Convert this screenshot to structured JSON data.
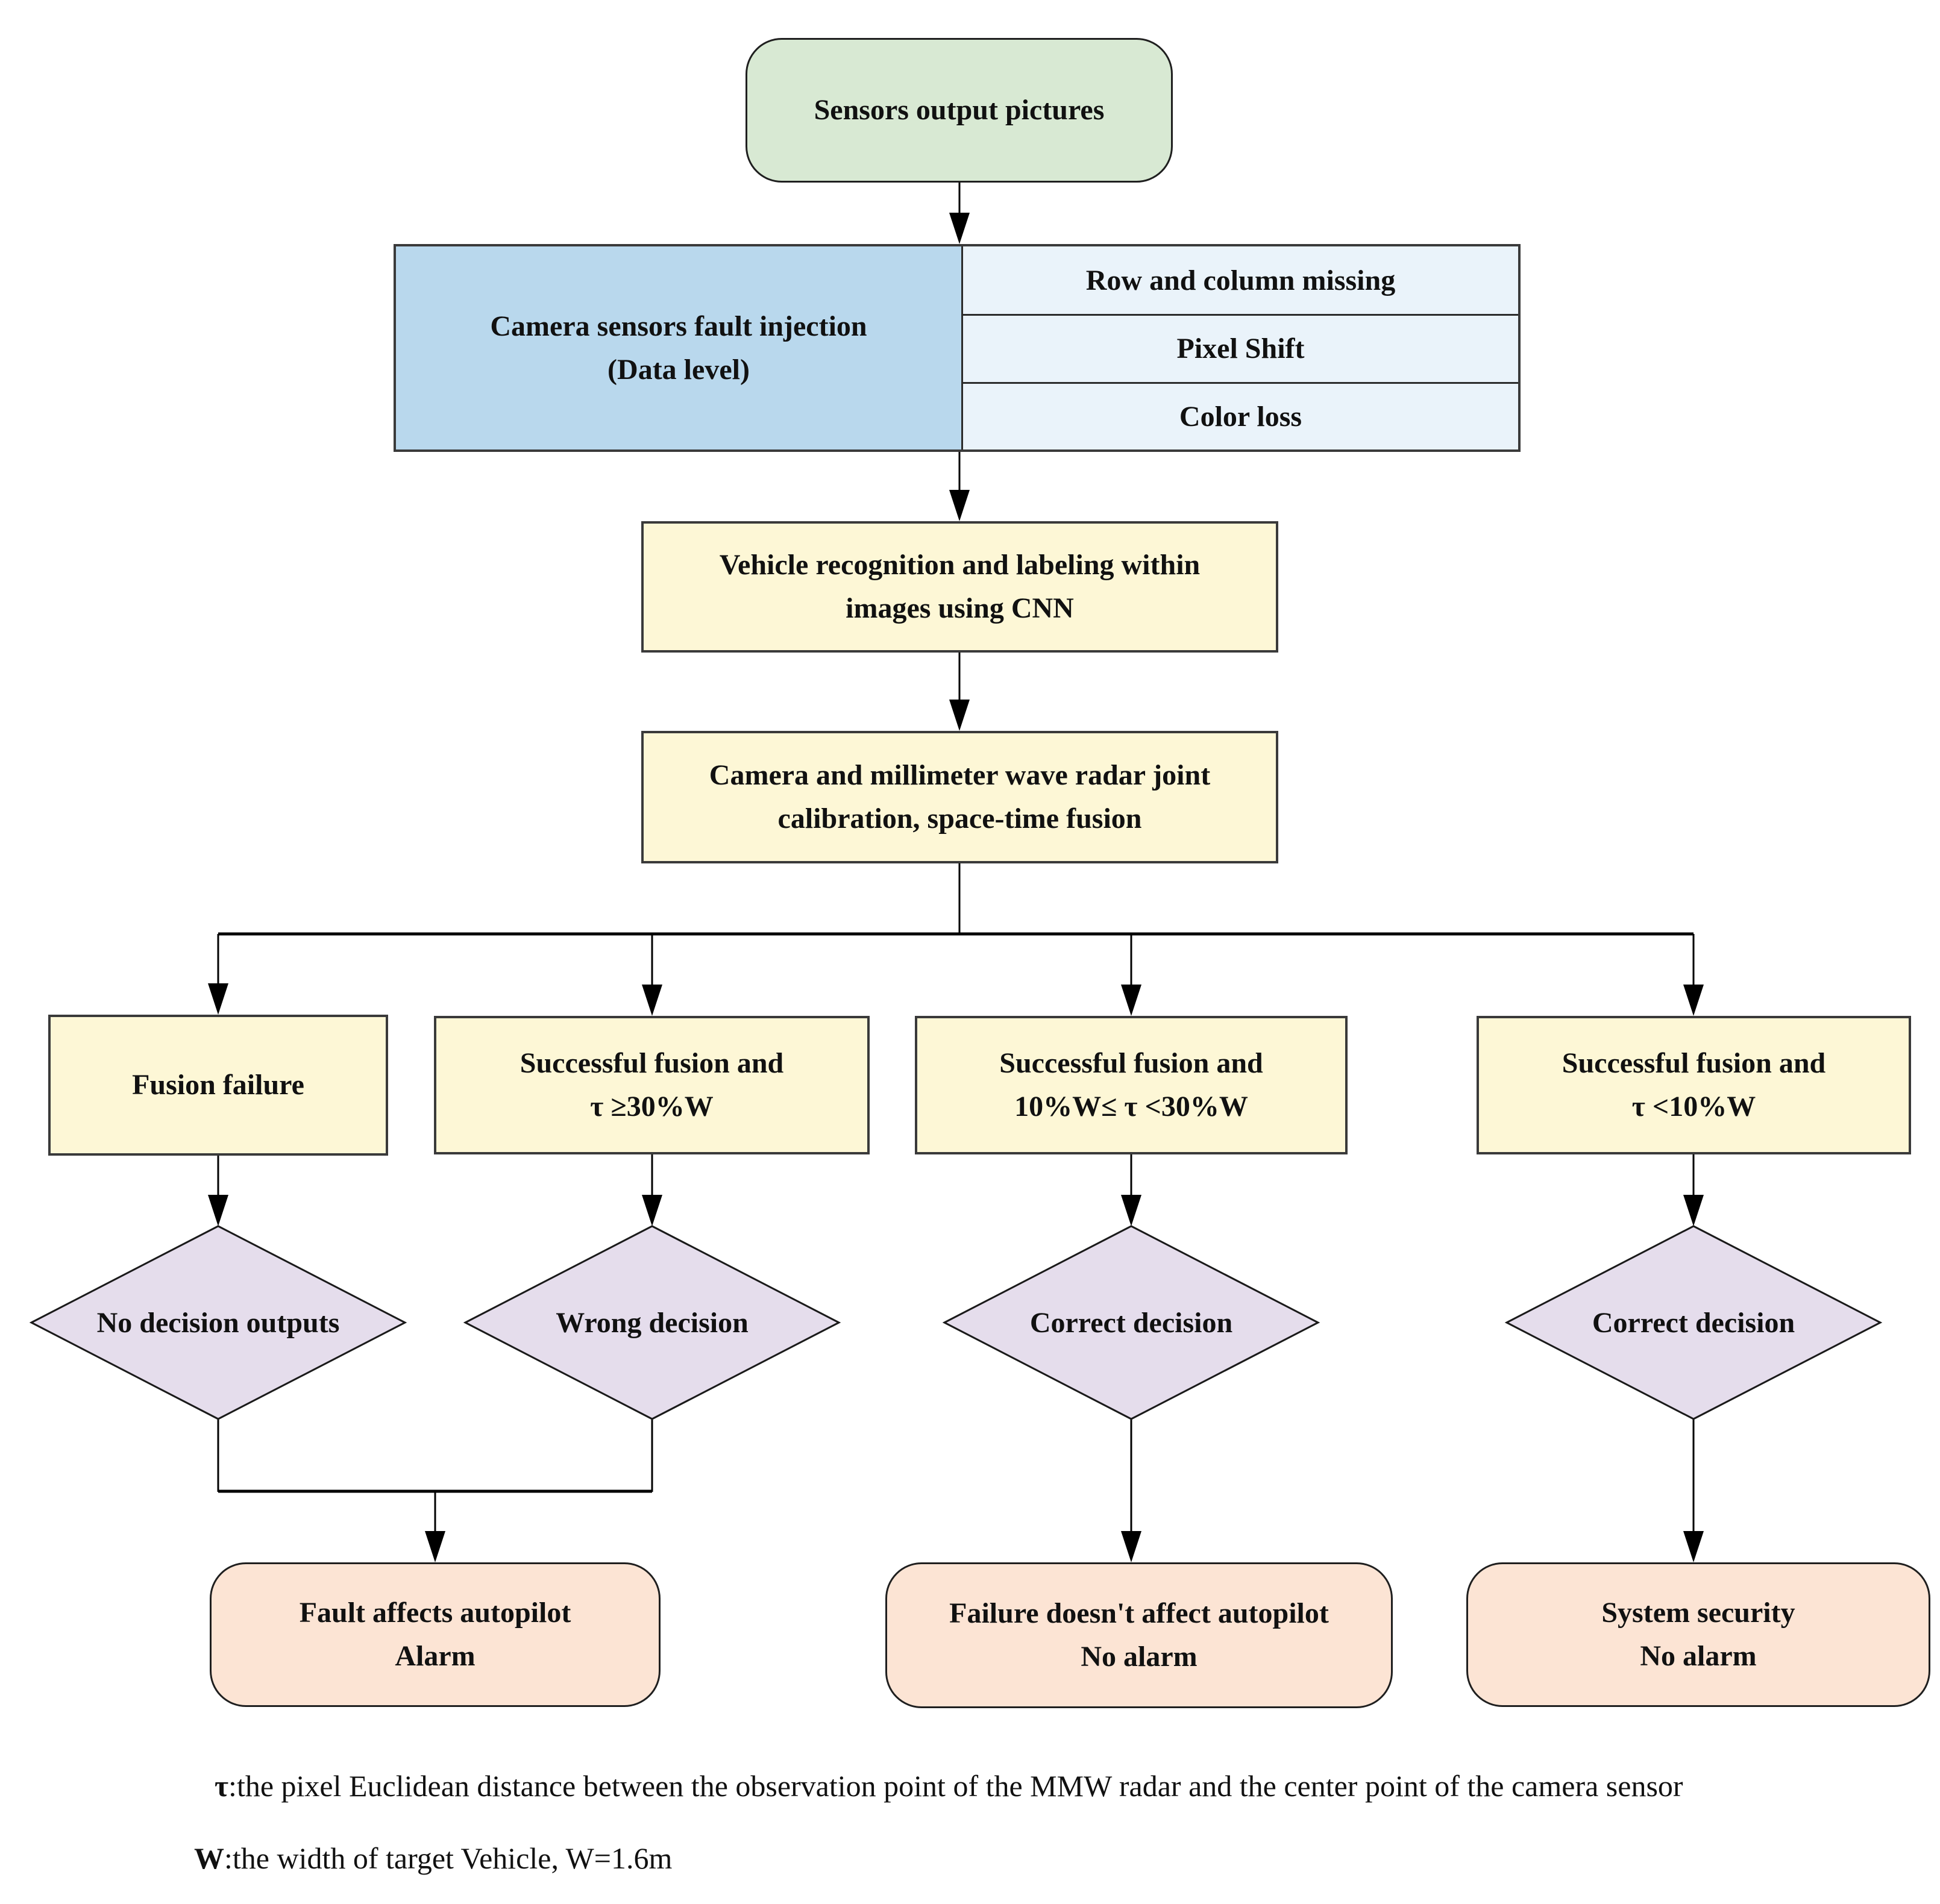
{
  "flowchart": {
    "start": {
      "label": "Sensors output pictures"
    },
    "fault_injection": {
      "line1": "Camera sensors fault injection",
      "line2": "(Data level)"
    },
    "fault_types": [
      "Row and column missing",
      "Pixel Shift",
      "Color loss"
    ],
    "cnn": {
      "line1": "Vehicle recognition and labeling within",
      "line2": "images using CNN"
    },
    "calibration": {
      "line1": "Camera and millimeter wave radar joint",
      "line2": "calibration, space-time fusion"
    },
    "branches": [
      {
        "line1": "Fusion failure",
        "line2": ""
      },
      {
        "line1": "Successful fusion and",
        "line2": "τ ≥30%W"
      },
      {
        "line1": "Successful fusion and",
        "line2": "10%W≤ τ <30%W"
      },
      {
        "line1": "Successful fusion and",
        "line2": "τ <10%W"
      }
    ],
    "decisions": [
      "No decision outputs",
      "Wrong decision",
      "Correct decision",
      "Correct decision"
    ],
    "outcomes": [
      {
        "line1": "Fault affects autopilot",
        "line2": "Alarm"
      },
      {
        "line1": "Failure doesn't affect autopilot",
        "line2": "No alarm"
      },
      {
        "line1": "System security",
        "line2": "No alarm"
      }
    ],
    "notes": [
      {
        "symbol": "τ",
        "text": ":the pixel Euclidean distance between the observation point of the MMW radar and the center point of the camera sensor"
      },
      {
        "symbol": "W",
        "text": ":the width of target Vehicle, W=1.6m"
      }
    ],
    "colors": {
      "start_fill": "#d8e9d3",
      "fault_fill": "#b9d8ed",
      "fault_type_fill": "#eaf3fa",
      "process_fill": "#fdf7d6",
      "decision_fill": "#e5ddec",
      "outcome_fill": "#fce4d4",
      "line_color": "#000000"
    }
  }
}
